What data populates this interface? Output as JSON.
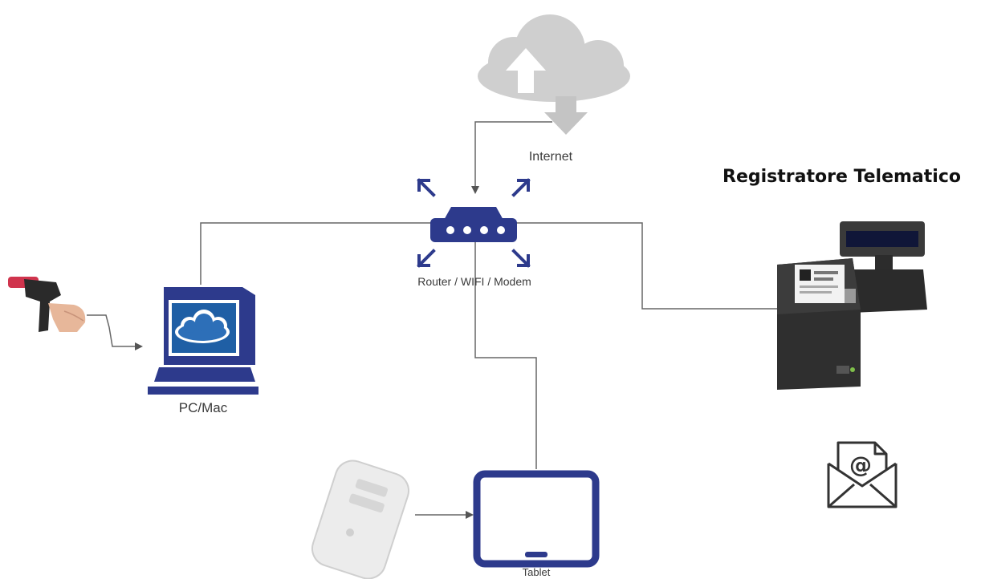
{
  "title": "Registratore Telematico",
  "labels": {
    "internet": "Internet",
    "router": "Router / WIFI / Modem",
    "pc": "PC/Mac",
    "tablet": "Tablet"
  },
  "colors": {
    "navy": "#2d3a8c",
    "line": "#666666",
    "cloud": "#cfcfcf",
    "screen": "#1f5fa5"
  }
}
